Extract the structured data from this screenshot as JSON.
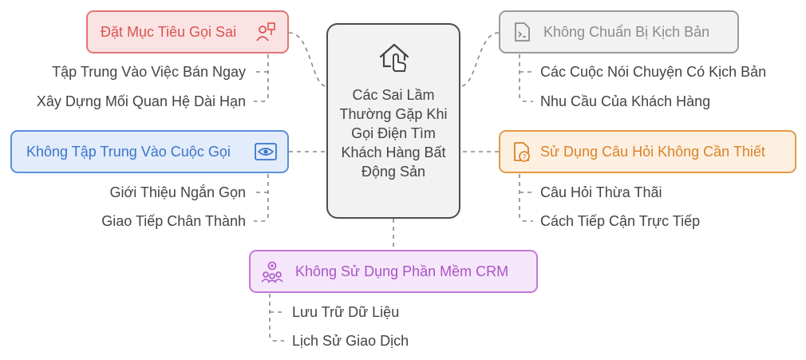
{
  "center": {
    "title": "Các Sai Lầm Thường Gặp Khi Gọi Điện Tìm Khách Hàng Bất Động Sản",
    "icon": "house-hand-icon"
  },
  "branches": {
    "goal": {
      "label": "Đặt Mục Tiêu Gọi Sai",
      "icon": "target-person-icon",
      "color": "#d9534f",
      "items": [
        "Tập Trung Vào Việc Bán Ngay",
        "Xây Dựng Mối Quan Hệ Dài Hạn"
      ]
    },
    "script": {
      "label": "Không Chuẩn Bị Kịch Bản",
      "icon": "script-file-icon",
      "color": "#8c8c8c",
      "items": [
        "Các Cuộc Nói Chuyện Có Kịch Bản",
        "Nhu Cầu Của Khách Hàng"
      ]
    },
    "focus": {
      "label": "Không Tập Trung Vào Cuộc Gọi",
      "icon": "eye-icon",
      "color": "#3c74c9",
      "items": [
        "Giới Thiệu Ngắn Gọn",
        "Giao Tiếp Chân Thành"
      ]
    },
    "questions": {
      "label": "Sử Dụng Câu Hỏi Không Cần Thiết",
      "icon": "question-file-icon",
      "color": "#d9822b",
      "items": [
        "Câu Hỏi Thừa Thãi",
        "Cách Tiếp Cận Trực Tiếp"
      ]
    },
    "crm": {
      "label": "Không Sử Dụng Phần Mềm CRM",
      "icon": "team-gear-icon",
      "color": "#a955c4",
      "items": [
        "Lưu Trữ Dữ Liệu",
        "Lịch Sử Giao Dịch"
      ]
    }
  }
}
